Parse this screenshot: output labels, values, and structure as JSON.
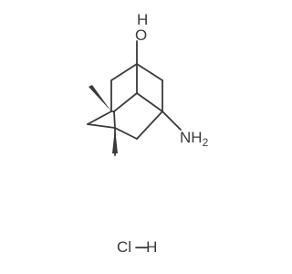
{
  "molecule": {
    "hydroxyl": {
      "h": "H",
      "o": "O"
    },
    "amino": {
      "main": "NH",
      "sub": "2"
    },
    "salt": {
      "cl": "Cl",
      "bond": "—",
      "h": "H"
    }
  },
  "colors": {
    "bond": "#3a3a3a",
    "text": "#3a3a3a",
    "background": "#ffffff"
  }
}
